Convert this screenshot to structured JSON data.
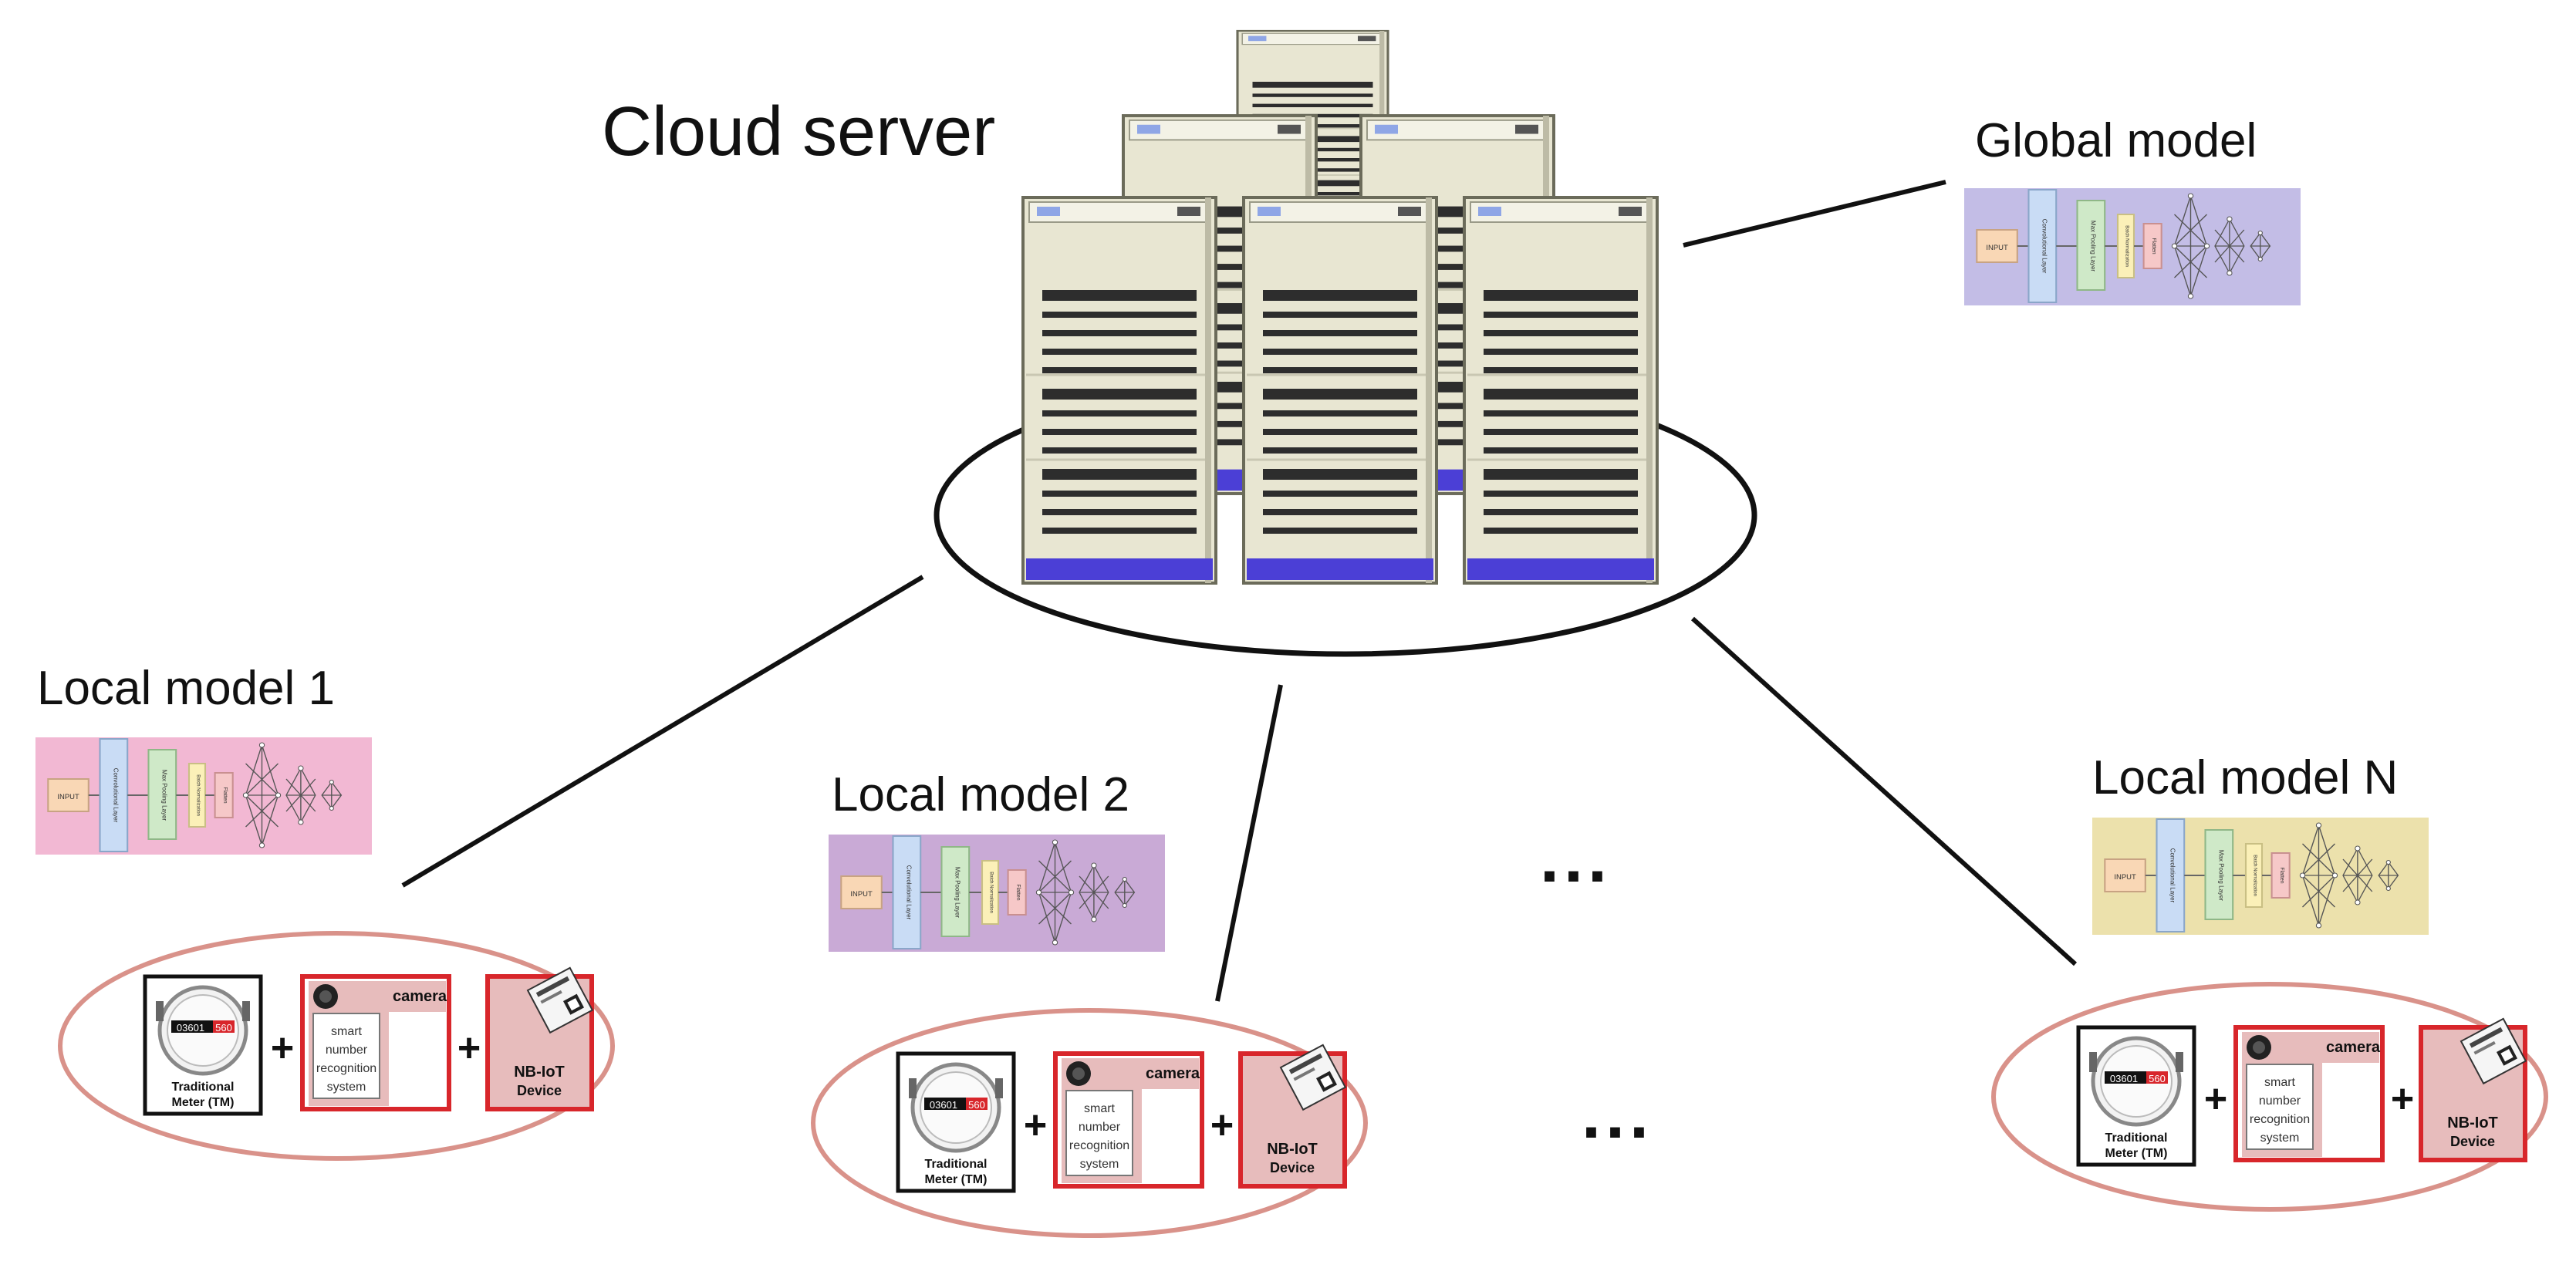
{
  "cloud_label": "Cloud server",
  "global_model": {
    "label": "Global model",
    "color": "#c3bde6"
  },
  "local_models": [
    {
      "label": "Local model 1",
      "color": "#f2b8d3"
    },
    {
      "label": "Local model 2",
      "color": "#c9aad6"
    },
    {
      "label": "Local model N",
      "color": "#ece1ac"
    }
  ],
  "model_layers": [
    "INPUT",
    "Convolutional Layer",
    "Max Pooling Layer",
    "Batch Normalization",
    "Flatten"
  ],
  "device_group": {
    "meter_label_1": "Traditional",
    "meter_label_2": "Meter (TM)",
    "meter_digits": "03601",
    "meter_digits_red": "560",
    "camera_label": "camera",
    "recognition_lines": [
      "smart",
      "number",
      "recognition",
      "system"
    ],
    "nbiot_line1": "NB-IoT",
    "nbiot_line2": "Device",
    "plus": "+"
  },
  "ellipsis": "...",
  "colors": {
    "server_body": "#e8e6d2",
    "server_base": "#4b3fd6",
    "device_ellipse": "#d9928a",
    "nbiot_bg": "#e7bcbc",
    "red_border": "#d8262b"
  }
}
